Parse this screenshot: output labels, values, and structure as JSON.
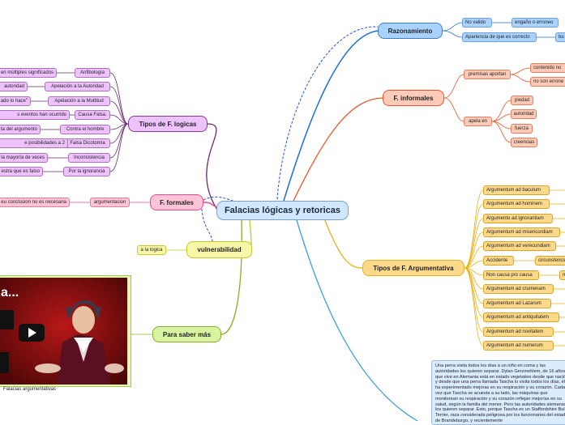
{
  "title": "Falacias lógicas y retoricas",
  "branches": {
    "razonamiento": "Razonamiento",
    "informales": "F. informales",
    "argumentativa": "Tipos de F. Argumentativa",
    "logicas": "Tipos de F. logicas",
    "formales": "F. formales",
    "vulnerabilidad": "vulnerabilidad",
    "saber_mas": "Para saber más"
  },
  "razonamiento": {
    "items": [
      "No valido",
      "Apariencia de que es correcto"
    ],
    "no_valido_child": "engaño o erroneo",
    "apariencia_child": "bu"
  },
  "informales": {
    "premisas": "premisas aportan",
    "premisas_children": [
      "contenido no",
      "no son errone"
    ],
    "apela": "apela en",
    "apela_children": [
      "piedad",
      "autoridad",
      "fuerza",
      "creencias"
    ]
  },
  "argumentativa": {
    "items": [
      "Argumentum ad baculum",
      "Argumentum ad hominem",
      "Argumento ad ignorantiam",
      "Argumentum ad misericordiam",
      "Argumentum ad verecundiam",
      "Accidente",
      "Non causa pro causa",
      "Argumentum ad crumenam",
      "Argumentum ad Lazarum",
      "Argumentum ad antiquitatem",
      "Argumentum ad novitatem",
      "Argumentum ad numerum"
    ],
    "accidente_child": "circunstencia",
    "non_causa_child": "m"
  },
  "logicas": {
    "types": [
      "Anfibología",
      "Apelación a la Autoridad",
      "Apelación a la Multitud",
      "Causa Falsa.",
      "Contra el hombre",
      "Falsa Dicotomía",
      "Inconsistencia",
      "Por la ignorancia"
    ],
    "descs": [
      "en múltiples significados",
      "autoridad",
      "ado lo hace\"",
      "s eventos han ocurrido",
      "ta del argumento",
      "e posibilidades a 2",
      "la mayoría de veces",
      "estra que es falso"
    ]
  },
  "formales": {
    "child": "argumentacion",
    "grandchild": "eu conclusion no es necesaria"
  },
  "vulnerabilidad": {
    "child": "a la logica"
  },
  "saber_mas": {
    "caption": "Falacias argumentativas",
    "video_overlay": "a..."
  },
  "story": "Una perra visita todos los días a un niño en coma y las autoridades los quieren separar. Dylan Gerzmehlem, de 16 años, que vive en Alemania está en estado vegetativo desde que nació y desde que una perra llamada Tascha lo visita todos los días, él ha experimentado mejoras en su respiración y su corazón. Cada vez que Tascha se acuesta a su lado, las máquinas que monitorean su respiración y su corazón reflejan mejorías en su salud, según la familia del menor. Pero las autoridades alemanas los quieren separar. Esto, porque Tascha es un Staffordshire Bull Terrier, raza considerada peligrosa por los funcionarios del estado de Brandeburgo, y recientemente",
  "colors": {
    "main": "#cfe8ff",
    "razonamiento": "#a9d2ff",
    "informales": "#ffcbb8",
    "argumentativa": "#ffd98a",
    "logicas": "#eec2ff",
    "formales": "#ffc4d8",
    "vulnerabilidad": "#f8f7a8",
    "saber_mas": "#d9f4a0"
  }
}
